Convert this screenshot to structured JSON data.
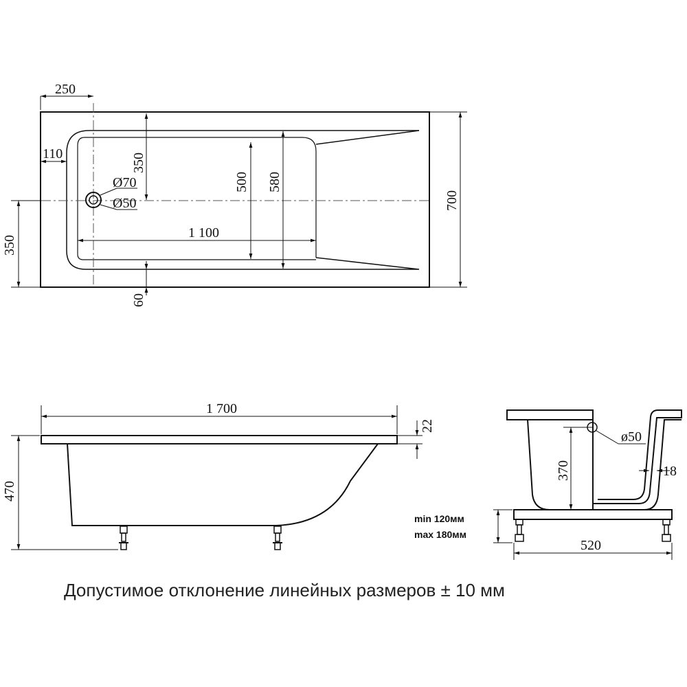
{
  "top_view": {
    "dim_250": "250",
    "dim_110": "110",
    "dim_350_inner": "350",
    "dim_500": "500",
    "dim_580": "580",
    "dim_700": "700",
    "dim_350_outer": "350",
    "dim_60": "60",
    "dim_1100": "1 100",
    "drain_outer": "Ø70",
    "drain_inner": "Ø50"
  },
  "side_view": {
    "dim_1700": "1 700",
    "dim_22": "22",
    "dim_470": "470"
  },
  "section_view": {
    "dim_370": "370",
    "dim_18": "18",
    "dim_520": "520",
    "drain": "ø50",
    "min_label": "min  120мм",
    "max_label": "max 180мм"
  },
  "caption": "Допустимое отклонение линейных размеров ± 10 мм"
}
